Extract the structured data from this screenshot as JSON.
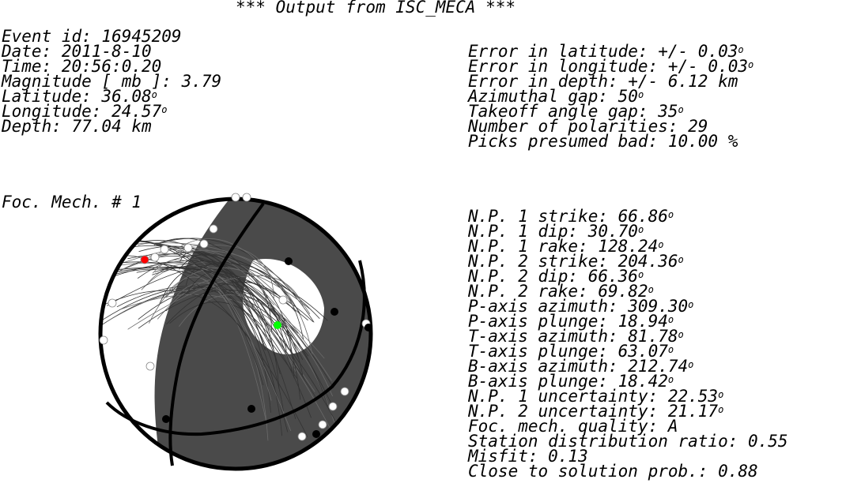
{
  "title": "*** Output from ISC_MECA ***",
  "event": {
    "event_id": "Event id: 16945209",
    "date": "Date: 2011-8-10",
    "time": "Time: 20:56:0.20",
    "magnitude": "Magnitude [ mb ]: 3.79",
    "latitude": "Latitude: 36.08",
    "longitude": "Longitude: 24.57",
    "depth": "Depth: 77.04 km"
  },
  "errors": {
    "err_lat": "Error in latitude: +/- 0.03",
    "err_lon": "Error in longitude: +/- 0.03",
    "err_depth": "Error in depth: +/- 6.12 km",
    "az_gap": "Azimuthal gap: 50",
    "takeoff_gap": "Takeoff angle gap: 35",
    "num_pol": "Number of polarities: 29",
    "bad_picks": "Picks presumed bad: 10.00 %"
  },
  "mech_label": "Foc. Mech. # 1",
  "mechanism": {
    "np1_strike": "N.P. 1 strike: 66.86",
    "np1_dip": "N.P. 1 dip: 30.70",
    "np1_rake": "N.P. 1 rake: 128.24",
    "np2_strike": "N.P. 2 strike: 204.36",
    "np2_dip": "N.P. 2 dip: 66.36",
    "np2_rake": "N.P. 2 rake: 69.82",
    "p_az": "P-axis azimuth: 309.30",
    "p_pl": "P-axis plunge: 18.94",
    "t_az": "T-axis azimuth: 81.78",
    "t_pl": "T-axis plunge: 63.07",
    "b_az": "B-axis azimuth: 212.74",
    "b_pl": "B-axis plunge: 18.42",
    "np1_unc": "N.P. 1 uncertainty: 22.53",
    "np2_unc": "N.P. 2 uncertainty: 21.17",
    "quality": "Foc. mech. quality: A",
    "sdr": "Station distribution ratio: 0.55",
    "misfit": "Misfit: 0.13",
    "prob": "Close to solution prob.: 0.88"
  },
  "degree_symbol": "o",
  "colors": {
    "compression_fill": "#4a4a4a",
    "dilatation_fill": "#ffffff",
    "compression_station": "#000000",
    "dilatation_station": "#ffffff",
    "bad_pick": "#ff0000",
    "p_axis": "#00ff00"
  }
}
